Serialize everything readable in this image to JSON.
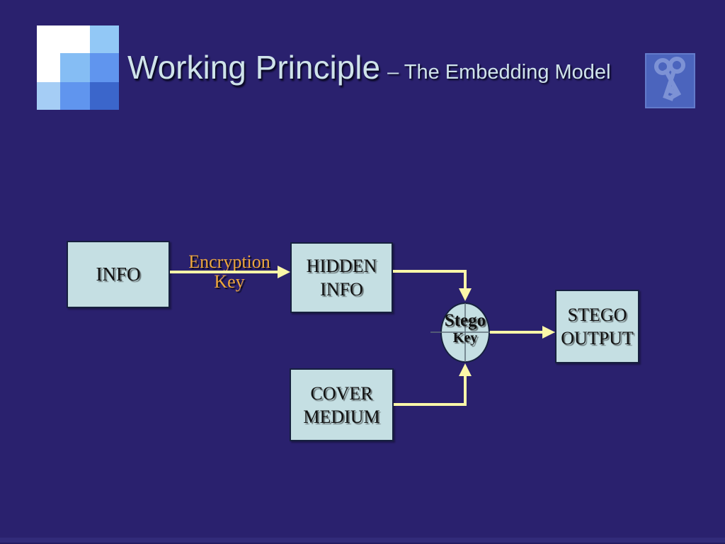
{
  "header": {
    "title": "Working Principle",
    "subtitle": "– The Embedding Model"
  },
  "icons": {
    "top_left": "mosaic-grid-logo",
    "top_right": "crossed-keys-icon"
  },
  "logo": {
    "cells": [
      "#ffffff",
      "#ffffff",
      "#92c8f6",
      "#ffffff",
      "#85bdf4",
      "#6095ee",
      "#a5cdf5",
      "#6095ee",
      "#3b66cb"
    ]
  },
  "diagram": {
    "info_box": {
      "label": "INFO"
    },
    "hidden_info_box": {
      "line1": "HIDDEN",
      "line2": "INFO"
    },
    "cover_medium_box": {
      "line1": "COVER",
      "line2": "MEDIUM"
    },
    "stego_output_box": {
      "line1": "STEGO",
      "line2": "OUTPUT"
    },
    "stego_key_node": {
      "line1": "Stego",
      "line2": "Key"
    },
    "encryption_label": {
      "line1": "Encryption",
      "line2": "Key"
    }
  },
  "colors": {
    "background": "#2a216e",
    "box_fill": "#c5dfe3",
    "box_border": "#16203f",
    "arrow": "#fbf7a8",
    "label_amber": "#eda63d",
    "title_text": "#cfe3ea",
    "connector_gray": "#5f6d78",
    "text_dark": "#111111",
    "key_icon_bg": "#4b64bd",
    "key_icon_fg": "#93a6e0",
    "footer_band": "#322b79"
  }
}
